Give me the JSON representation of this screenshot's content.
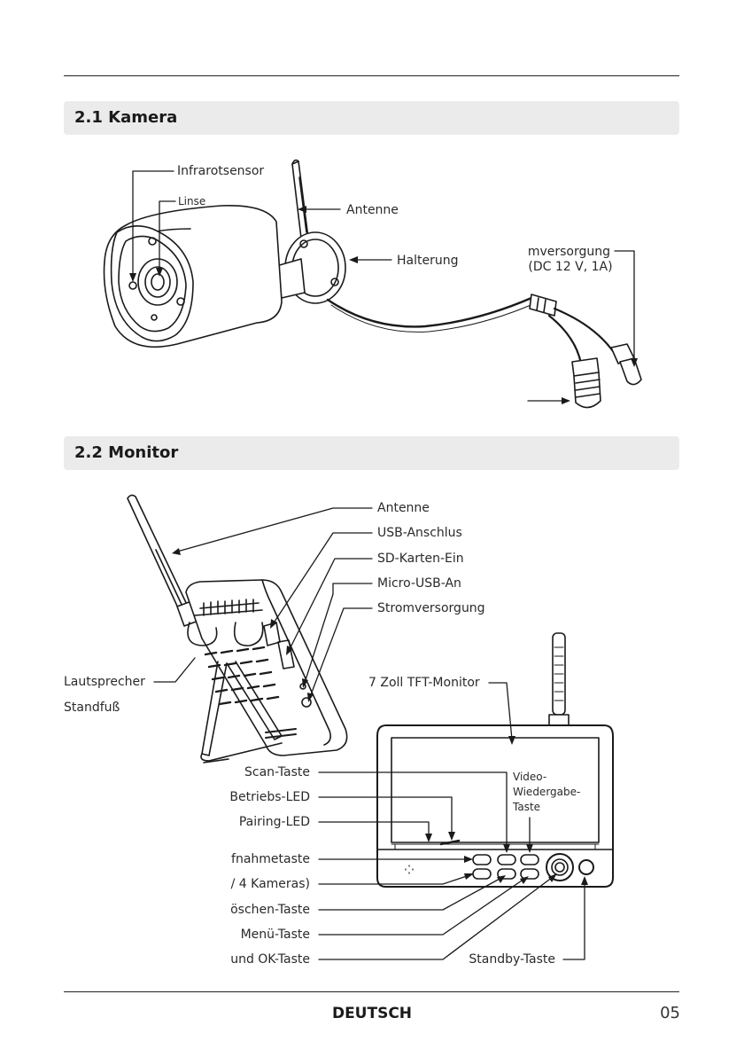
{
  "sections": {
    "camera": {
      "title": "2.1 Kamera"
    },
    "monitor": {
      "title": "2.2 Monitor"
    }
  },
  "camera_labels": {
    "infrared": "Infrarotsensor",
    "lens": "Linse",
    "antenna": "Antenne",
    "mount": "Halterung",
    "power_line1": "mversorgung",
    "power_line2": "(DC 12 V, 1A)"
  },
  "monitor_labels": {
    "antenna": "Antenne",
    "usb": "USB-Anschlus",
    "sd": "SD-Karten-Ein",
    "micro_usb": "Micro-USB-An",
    "power": "Stromversorgung",
    "speaker": "Lautsprecher",
    "stand": "Standfuß",
    "screen": "7 Zoll TFT-Monitor",
    "scan": "Scan-Taste",
    "operation_led": "Betriebs-LED",
    "pairing_led": "Pairing-LED",
    "playback_line1": "Video-",
    "playback_line2": "Wiedergabe-",
    "playback_line3": "Taste",
    "record": "fnahmetaste",
    "quad": "/ 4 Kameras)",
    "delete": "öschen-Taste",
    "menu": "Menü-Taste",
    "ok": "und OK-Taste",
    "standby": "Standby-Taste"
  },
  "footer": {
    "language": "DEUTSCH",
    "page": "05"
  }
}
